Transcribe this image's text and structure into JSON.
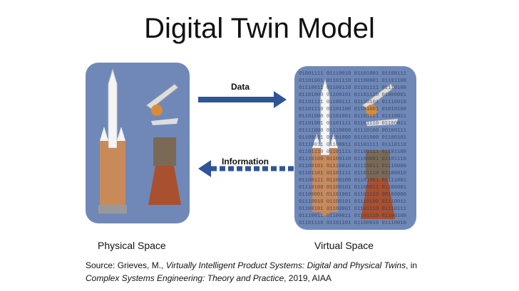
{
  "title": "Digital Twin Model",
  "arrows": {
    "data": "Data",
    "information": "Information"
  },
  "labels": {
    "physical": "Physical Space",
    "virtual": "Virtual Space"
  },
  "binary_rows": [
    "01001111 01110010 01101001 01100111",
    "01101001 01101110 01100001 01101100",
    "01110011 01100110 01101111 01110100",
    "01101000 01100101 01101110 01000001",
    "01101111 01100111 01110101 01110010",
    "01101110 01101100 01101001 01010100",
    "01101000 01101001 01101111 01110011",
    "01101001 01101111 01101110 01100011",
    "01111000 01110000 01110100 00100111",
    "01100011 01101000 01101000 01100101",
    "01110011 01100011 01101111 01110110",
    "01101110 01101111 01101111 01101100",
    "01110100 01100110 01100001 01101110",
    "01100101 01110010 01110011 01110000",
    "01101101 01101111 01101110 01100010",
    "01100111 01100100 01101001 01111001",
    "01110100 01100101 01100011 01100001",
    "01100001 01101001 01101110 00100000",
    "01110010 01100101 01110100 01110011",
    "01100101 01100001 01101110 01110111",
    "01110011 01100011 01101110 01100100",
    "01101110 01101101 01100010 01110010"
  ],
  "source": {
    "prefix": "Source: Grieves, M., ",
    "italic1": "Virtually Intelligent Product Systems: Digital and Physical Twins",
    "mid": ", in",
    "italic2": "Complex Systems Engineering: Theory and Practice",
    "suffix": ", 2019, AIAA"
  },
  "colors": {
    "panel": "#6f88b8",
    "arrow": "#2f5597"
  }
}
